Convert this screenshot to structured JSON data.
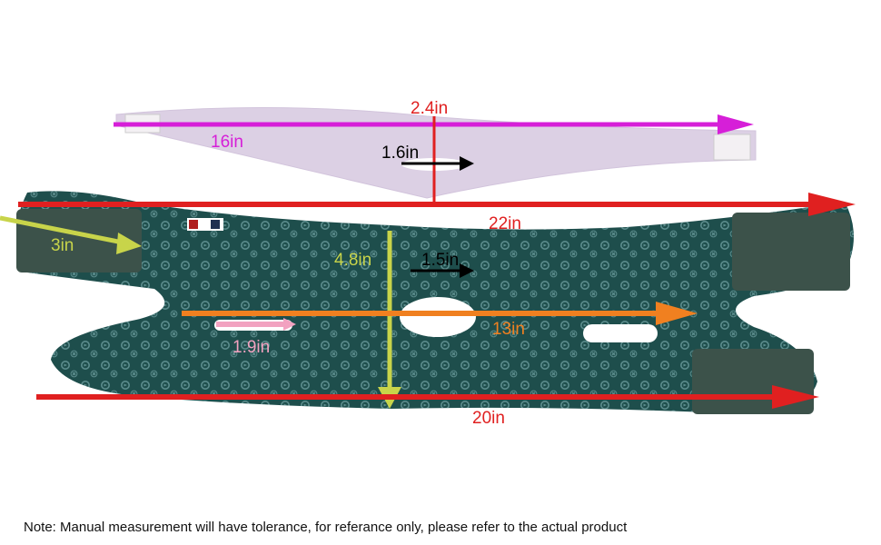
{
  "product": {
    "colors": {
      "strap_top": "#dcd0e4",
      "strap_bottom": "#1e4e4c",
      "velcro": "#3c524a",
      "pattern": "#8fc0c3",
      "hole": "#ffffff"
    }
  },
  "measurements": {
    "top_length": {
      "text": "16in",
      "color": "#d61fd8"
    },
    "top_width": {
      "text": "2.4in",
      "color": "#e02020"
    },
    "top_hole": {
      "text": "1.6in",
      "color": "#000000"
    },
    "total_length": {
      "text": "22in",
      "color": "#e02020"
    },
    "velcro_left": {
      "text": "3in",
      "color": "#c8d44a"
    },
    "height": {
      "text": "4.8in",
      "color": "#c8d44a"
    },
    "center_hole": {
      "text": "1.5in",
      "color": "#000000"
    },
    "middle_length": {
      "text": "13in",
      "color": "#f08020"
    },
    "side_slot": {
      "text": "1.9in",
      "color": "#f2a2c0"
    },
    "bottom_length": {
      "text": "20in",
      "color": "#e02020"
    }
  },
  "note": "Note: Manual measurement will have  tolerance, for referance only, please refer to the actual product"
}
